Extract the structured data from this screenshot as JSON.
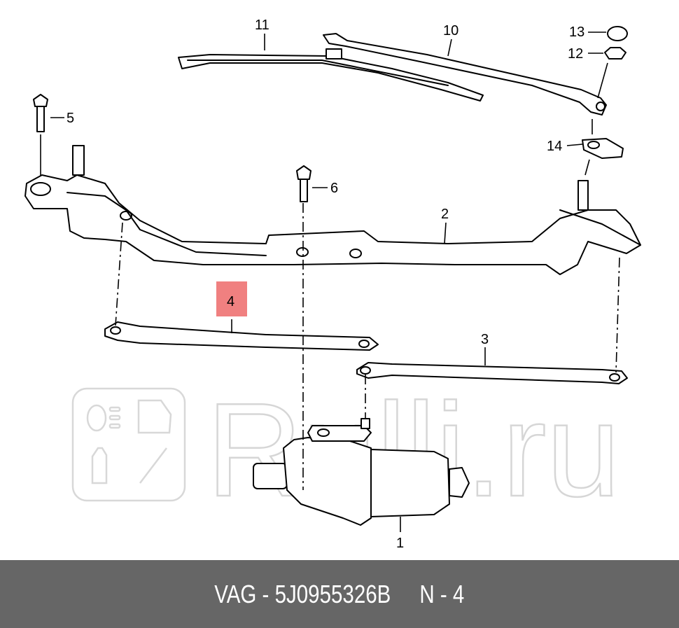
{
  "diagram": {
    "callouts": {
      "c1": "1",
      "c2": "2",
      "c3": "3",
      "c4": "4",
      "c5": "5",
      "c6": "6",
      "c10": "10",
      "c11": "11",
      "c12": "12",
      "c13": "13",
      "c14": "14"
    },
    "highlighted_callout": "4",
    "highlight_color": "#f08080",
    "watermark_logo_text": "Rulli.ru"
  },
  "footer": {
    "text": "VAG - 5J0955326B     N - 4",
    "background": "#666666"
  }
}
